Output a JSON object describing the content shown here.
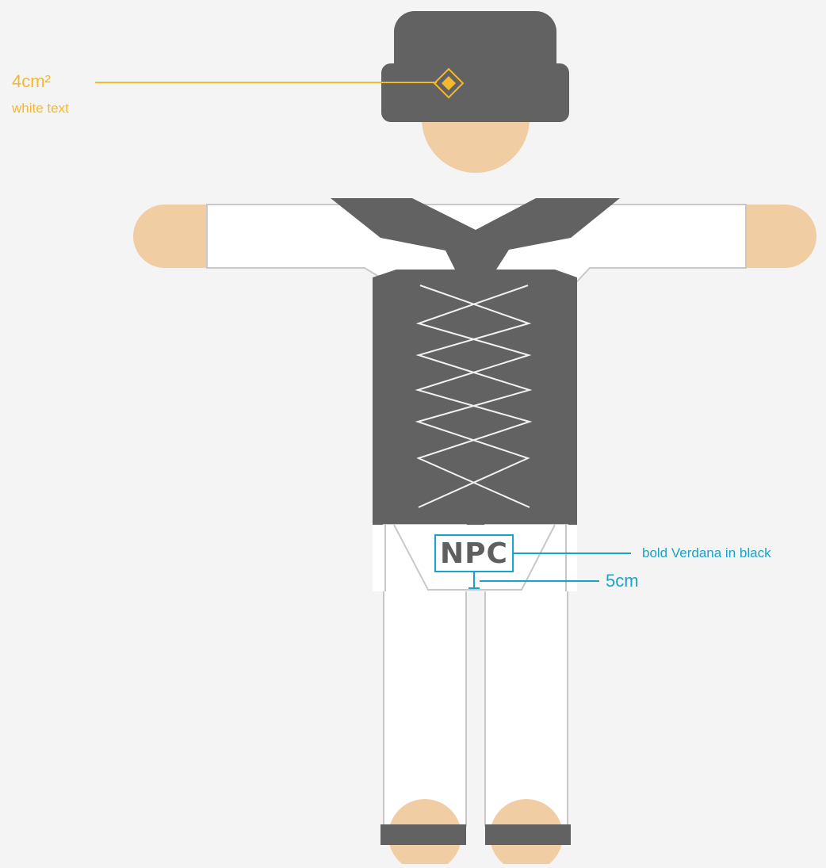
{
  "colors": {
    "background": "#f4f4f4",
    "garment_dark": "#626262",
    "garment_light": "#ffffff",
    "skin": "#f0cda3",
    "outline": "#c8c8c8",
    "accent_orange": "#f5b82c",
    "accent_blue": "#1aa3c8"
  },
  "hat_annotation": {
    "size": "4cm²",
    "note": "white text",
    "icon": "diamond-badge-icon"
  },
  "chest_annotation": {
    "label": "NPC",
    "note": "bold Verdana in black",
    "gap": "5cm"
  }
}
